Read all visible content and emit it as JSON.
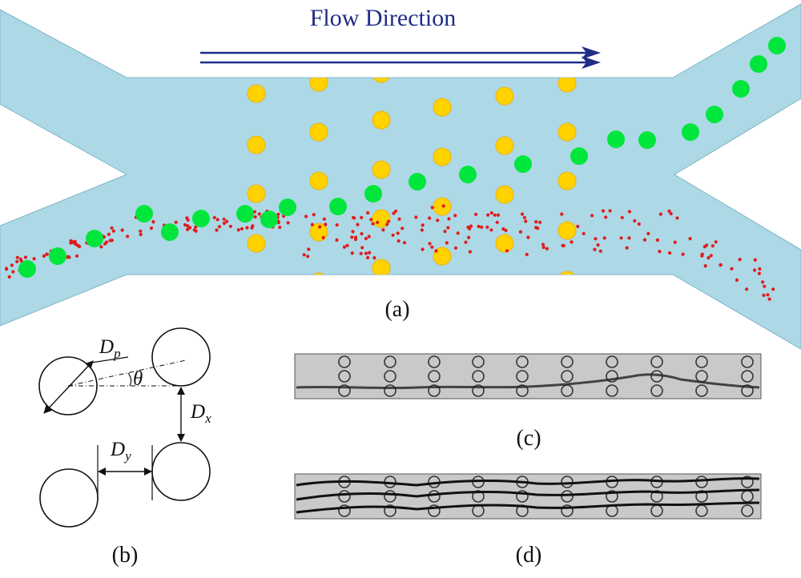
{
  "panel_a": {
    "flow_label": "Flow Direction",
    "label": "(a)",
    "colors": {
      "channel": "#add8e6",
      "pillar": "#ffd200",
      "pillar_stroke": "#f0b400",
      "large_particle": "#00e63c",
      "small_particle": "#e21b1b",
      "arrow": "#1f2d86"
    }
  },
  "panel_b": {
    "label": "(b)",
    "dp_main": "D",
    "dp_sub": "p",
    "theta": "θ",
    "dx_main": "D",
    "dx_sub": "x",
    "dy_main": "D",
    "dy_sub": "y"
  },
  "panel_c": {
    "label": "(c)"
  },
  "panel_d": {
    "label": "(d)"
  }
}
